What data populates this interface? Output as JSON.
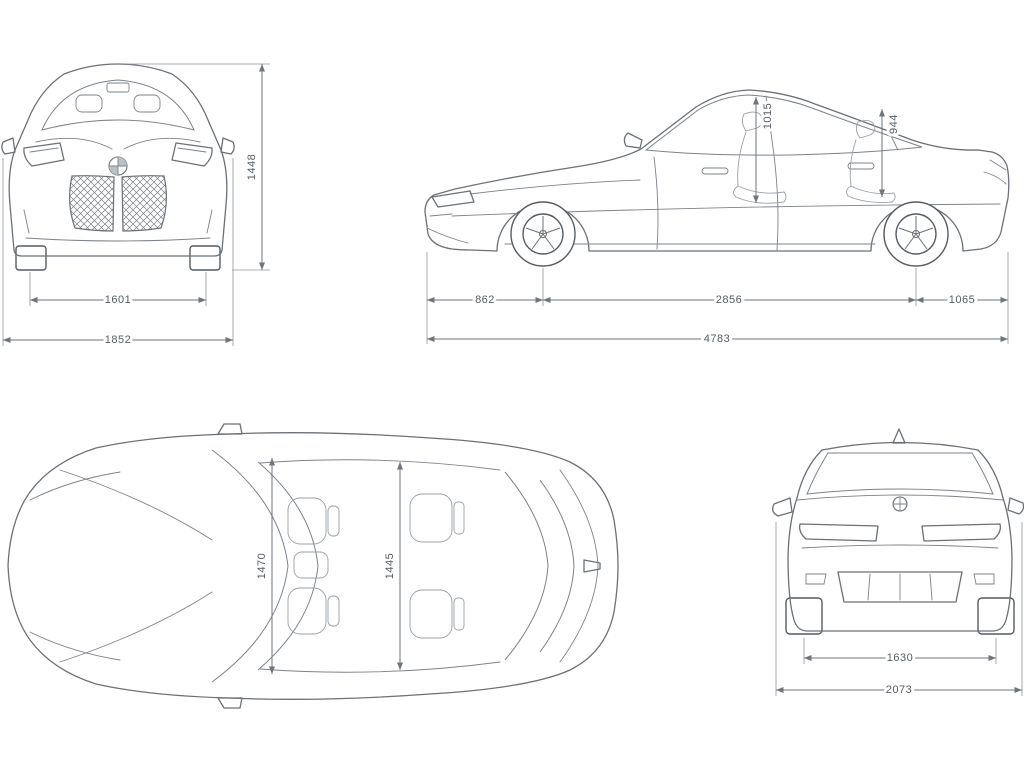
{
  "views": {
    "front": {
      "height_mm": "1448",
      "track_width_mm": "1601",
      "overall_width_mm": "1852"
    },
    "side": {
      "front_headroom_mm": "1015",
      "rear_headroom_mm": "944",
      "front_overhang_mm": "862",
      "wheelbase_mm": "2856",
      "rear_overhang_mm": "1065",
      "overall_length_mm": "4783"
    },
    "top": {
      "front_shoulder_width_mm": "1470",
      "rear_shoulder_width_mm": "1445"
    },
    "rear": {
      "track_width_mm": "1630",
      "overall_width_mm": "2073"
    }
  }
}
